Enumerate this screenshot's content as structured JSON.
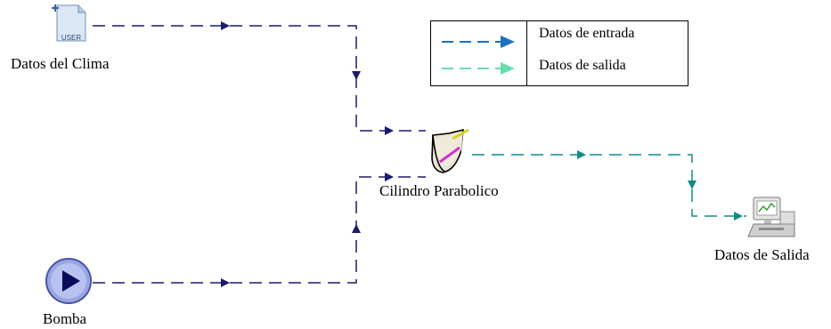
{
  "nodes": {
    "weather": {
      "label": "Datos del Clima",
      "badge": "USER"
    },
    "pump": {
      "label": "Bomba"
    },
    "collector": {
      "label": "Cilindro Parabolico"
    },
    "output": {
      "label": "Datos de Salida"
    }
  },
  "legend": {
    "items": [
      {
        "label": "Datos de entrada",
        "color": "#1f6fbf"
      },
      {
        "label": "Datos de salida",
        "color": "#66ddaa"
      }
    ]
  },
  "colors": {
    "input_link": "#1a1a6e",
    "output_link": "#0e8a8a"
  }
}
